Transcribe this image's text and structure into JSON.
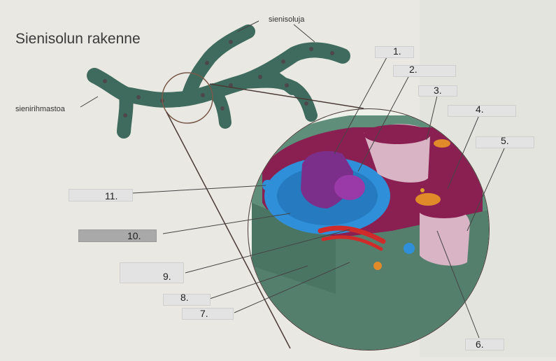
{
  "title": "Sienisolun rakenne",
  "captions": {
    "hyphae": "sienisoluja",
    "mycelium": "sienirihmastoa"
  },
  "labels": [
    "1.",
    "2.",
    "3.",
    "4.",
    "5.",
    "6.",
    "7.",
    "8.",
    "9.",
    "10.",
    "11."
  ],
  "colors": {
    "hypha": "#3e6b5e",
    "cell_wall": "#5f8f7a",
    "cytoplasm": "#8a1f52",
    "nucleus": "#7b2f8a",
    "er": "#2f8fd8",
    "golgi": "#d02b2b",
    "vacuole": "#d9b4c4"
  }
}
